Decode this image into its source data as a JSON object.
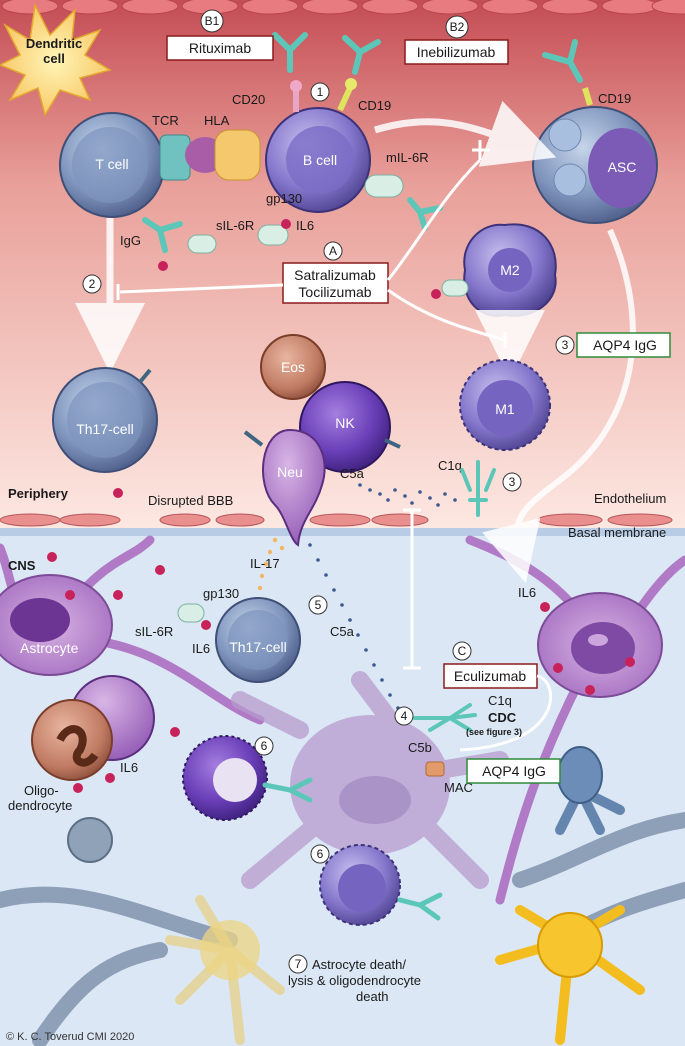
{
  "labels": {
    "b1": "B1",
    "b2": "B2",
    "a": "A",
    "c": "C",
    "rituximab": "Rituximab",
    "inebilizumab": "Inebilizumab",
    "satralizumab": "Satralizumab",
    "tocilizumab": "Tocilizumab",
    "eculizumab": "Eculizumab",
    "aqp4_igg_1": "AQP4 IgG",
    "aqp4_igg_2": "AQP4 IgG",
    "dendritic_cell_1": "Dendritic",
    "dendritic_cell_2": "cell",
    "t_cell": "T cell",
    "b_cell": "B cell",
    "asc": "ASC",
    "tcr": "TCR",
    "hla": "HLA",
    "cd20": "CD20",
    "cd19_a": "CD19",
    "cd19_b": "CD19",
    "mil6r": "mIL-6R",
    "gp130_a": "gp130",
    "sil6r_a": "sIL-6R",
    "il6_a": "IL6",
    "igg": "IgG",
    "m2": "M2",
    "m1": "M1",
    "th17_a": "Th17-cell",
    "th17_b": "Th17-cell",
    "eos": "Eos",
    "nk": "NK",
    "neu": "Neu",
    "c1q_a": "C1q",
    "c1q_b": "C1q",
    "c5a_a": "C5a",
    "c5a_b": "C5a",
    "c5b": "C5b",
    "mac": "MAC",
    "cdc": "CDC",
    "see_figure": "(see figure 3)",
    "periphery": "Periphery",
    "disrupted_bbb": "Disrupted BBB",
    "endothelium": "Endothelium",
    "basal_membrane": "Basal membrane",
    "cns": "CNS",
    "il17": "IL-17",
    "gp130_b": "gp130",
    "sil6r_b": "sIL-6R",
    "il6_b": "IL6",
    "il6_c": "IL6",
    "il6_d": "IL6",
    "astrocyte": "Astrocyte",
    "oligo_1": "Oligo-",
    "oligo_2": "dendrocyte",
    "death_1": "Astrocyte death/",
    "death_2": "lysis & oligodendrocyte",
    "death_3": "death",
    "copyright": "© K. C. Toverud CMI 2020"
  },
  "steps": [
    "1",
    "2",
    "3",
    "3",
    "4",
    "5",
    "6",
    "6",
    "7"
  ],
  "colors": {
    "periphery_top": "#c8545c",
    "periphery_bottom": "#fbe3dd",
    "cns_bg": "#dde9f5",
    "astrocyte": "#b57fc8",
    "lymphocyte": "#8fa6c8",
    "b_cell": "#8b7fd0",
    "antibody": "#5cc7b8",
    "drug_border": "#8b1a1a",
    "aqp4_border": "#2e8b3a",
    "il6_dot": "#c8225a"
  }
}
